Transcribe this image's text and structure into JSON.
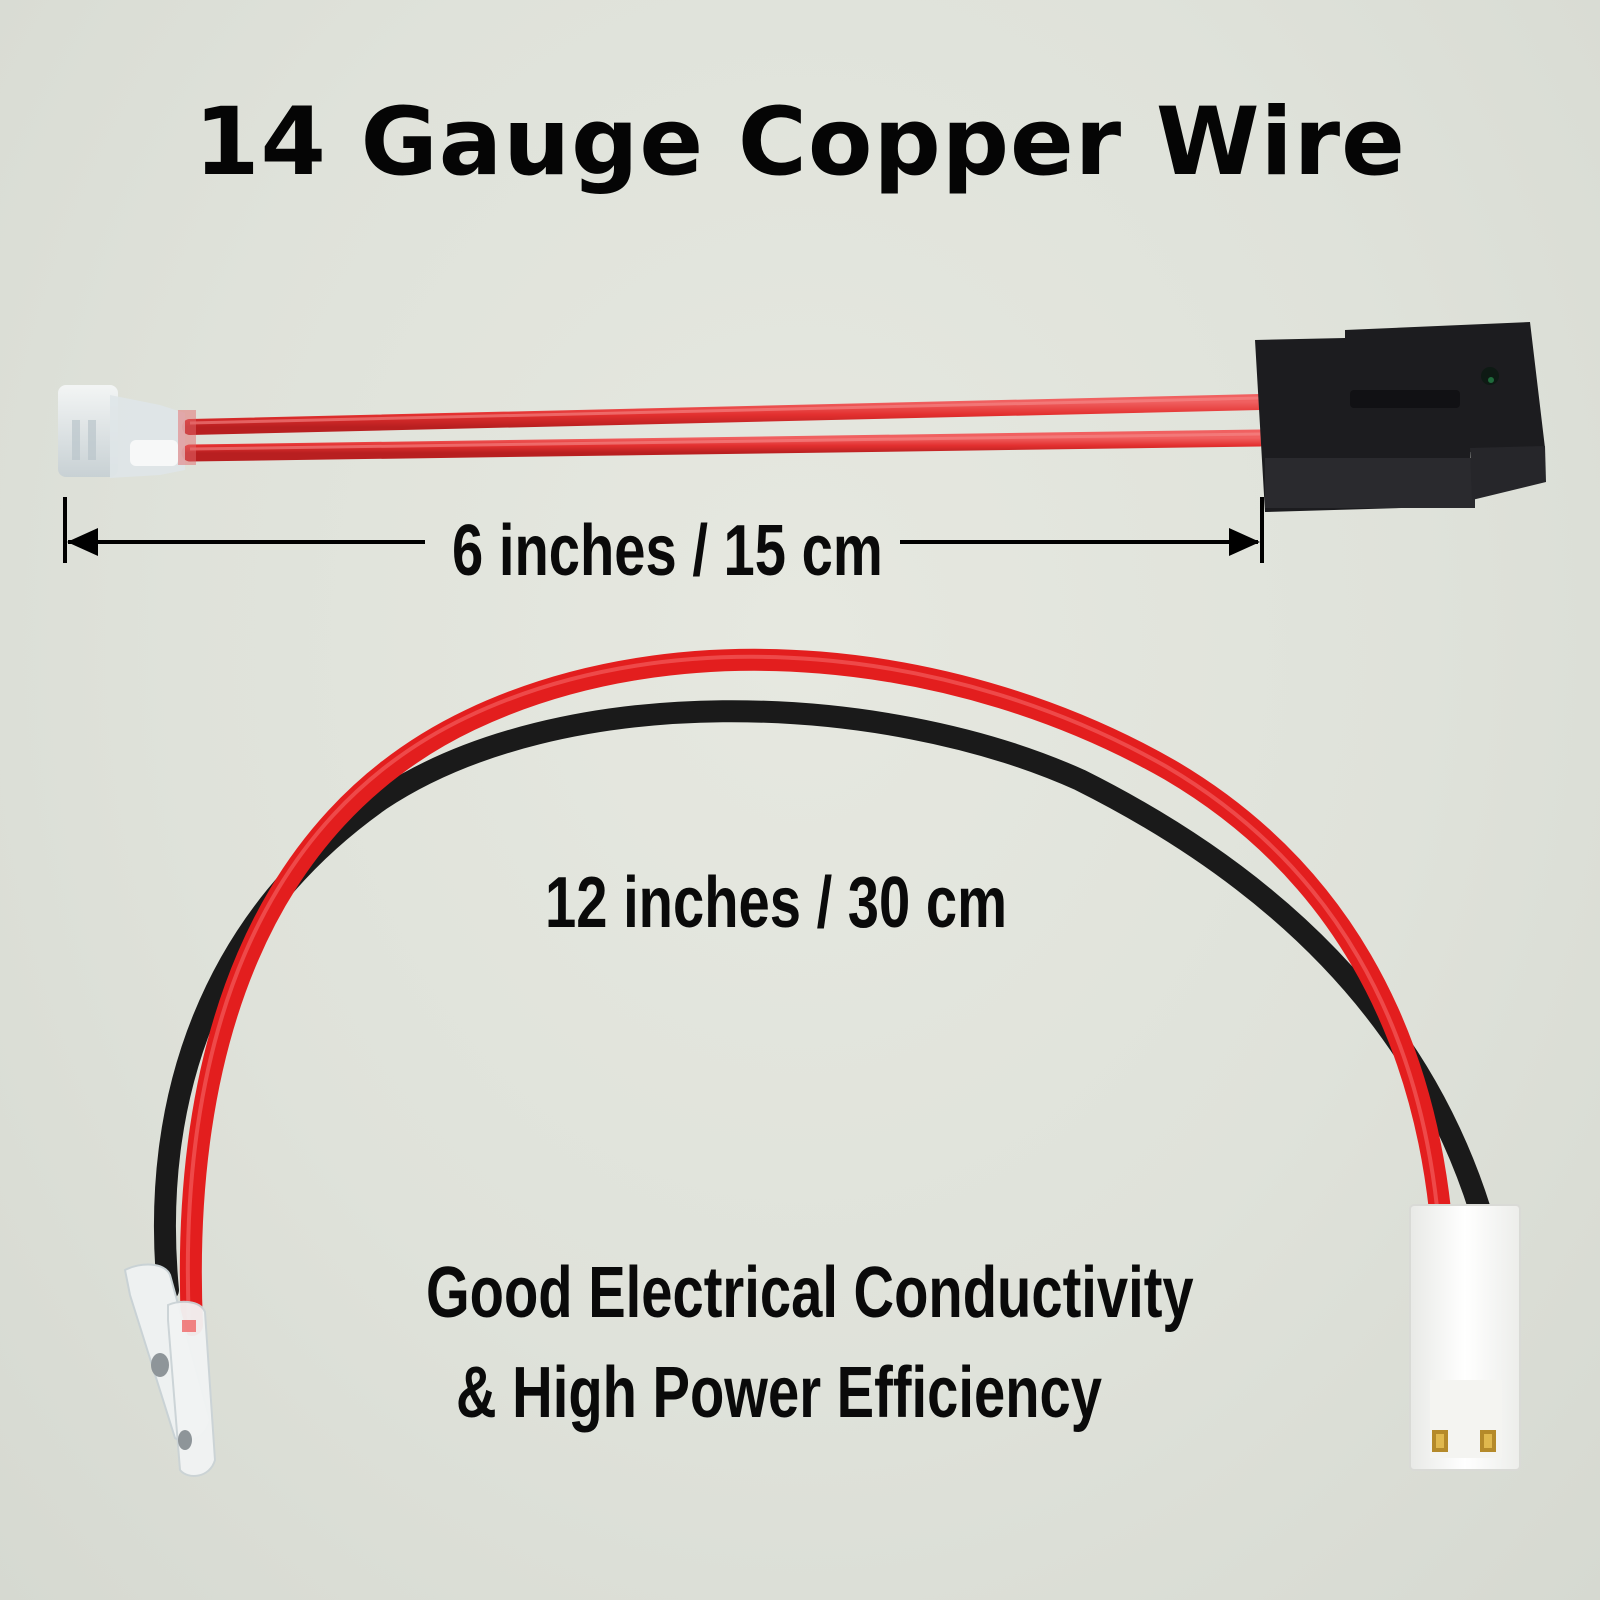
{
  "title": "14 Gauge Copper Wire",
  "short_harness": {
    "length_label": "6 inches / 15 cm",
    "wire_color": "#e8393a",
    "connector_color": "#1c1c1e",
    "terminal": "female quick-disconnect (clear insulated)"
  },
  "long_harness": {
    "length_label": "12 inches / 30 cm",
    "wire_colors": [
      "#e31e1e",
      "#1a1a1a"
    ],
    "connector_color": "#f5f5f2",
    "terminal": "female quick-disconnect (clear insulated)"
  },
  "features": {
    "line1": "Good Electrical Conductivity",
    "line2": "&  High Power Efficiency"
  },
  "colors": {
    "background": "#e2e5dd",
    "text": "#050505"
  }
}
